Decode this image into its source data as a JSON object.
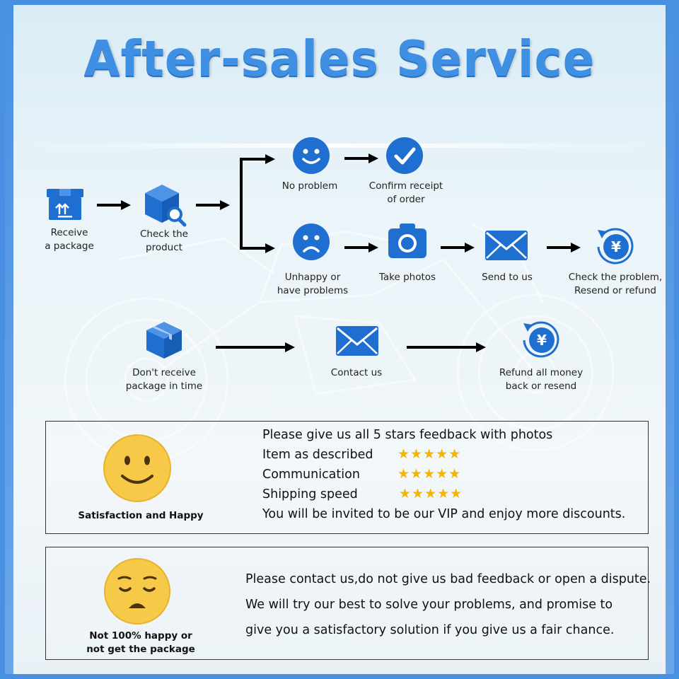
{
  "title": "After-sales Service",
  "colors": {
    "accent": "#1f6fd1",
    "frame": "#4a90e2",
    "star": "#f4b400",
    "emoji": "#f7c948"
  },
  "flow": {
    "receive": {
      "label": "Receive\na package",
      "icon": "package-icon"
    },
    "check": {
      "label": "Check the\nproduct",
      "icon": "box-search-icon"
    },
    "no_problem": {
      "label": "No problem",
      "icon": "smile-icon"
    },
    "confirm": {
      "label": "Confirm receipt\nof order",
      "icon": "check-circle-icon"
    },
    "unhappy": {
      "label": "Unhappy or\nhave problems",
      "icon": "sad-icon"
    },
    "photos": {
      "label": "Take photos",
      "icon": "camera-icon"
    },
    "send": {
      "label": "Send to us",
      "icon": "envelope-icon"
    },
    "resend": {
      "label": "Check the problem,\nResend or refund",
      "icon": "refund-icon"
    },
    "dont_receive": {
      "label": "Don't receive\npackage in time",
      "icon": "box-icon"
    },
    "contact": {
      "label": "Contact us",
      "icon": "envelope-icon"
    },
    "refund_all": {
      "label": "Refund all money\nback or resend",
      "icon": "refund-icon"
    }
  },
  "happy_box": {
    "face_label": "Satisfaction and Happy",
    "headline": "Please give us all 5 stars feedback with photos",
    "ratings": [
      {
        "label": "Item as described",
        "stars": 5,
        "stars_text": "★★★★★"
      },
      {
        "label": "Communication",
        "stars": 5,
        "stars_text": "★★★★★"
      },
      {
        "label": "Shipping speed",
        "stars": 5,
        "stars_text": "★★★★★"
      }
    ],
    "footer": "You will be invited to be our VIP and enjoy more discounts."
  },
  "sad_box": {
    "face_label": "Not 100% happy or\nnot get the package",
    "lines": [
      "Please contact us,do not give us bad feedback or open a dispute.",
      "We will try our best to solve your problems, and promise to",
      "give you a satisfactory solution if you give us a fair chance."
    ]
  }
}
